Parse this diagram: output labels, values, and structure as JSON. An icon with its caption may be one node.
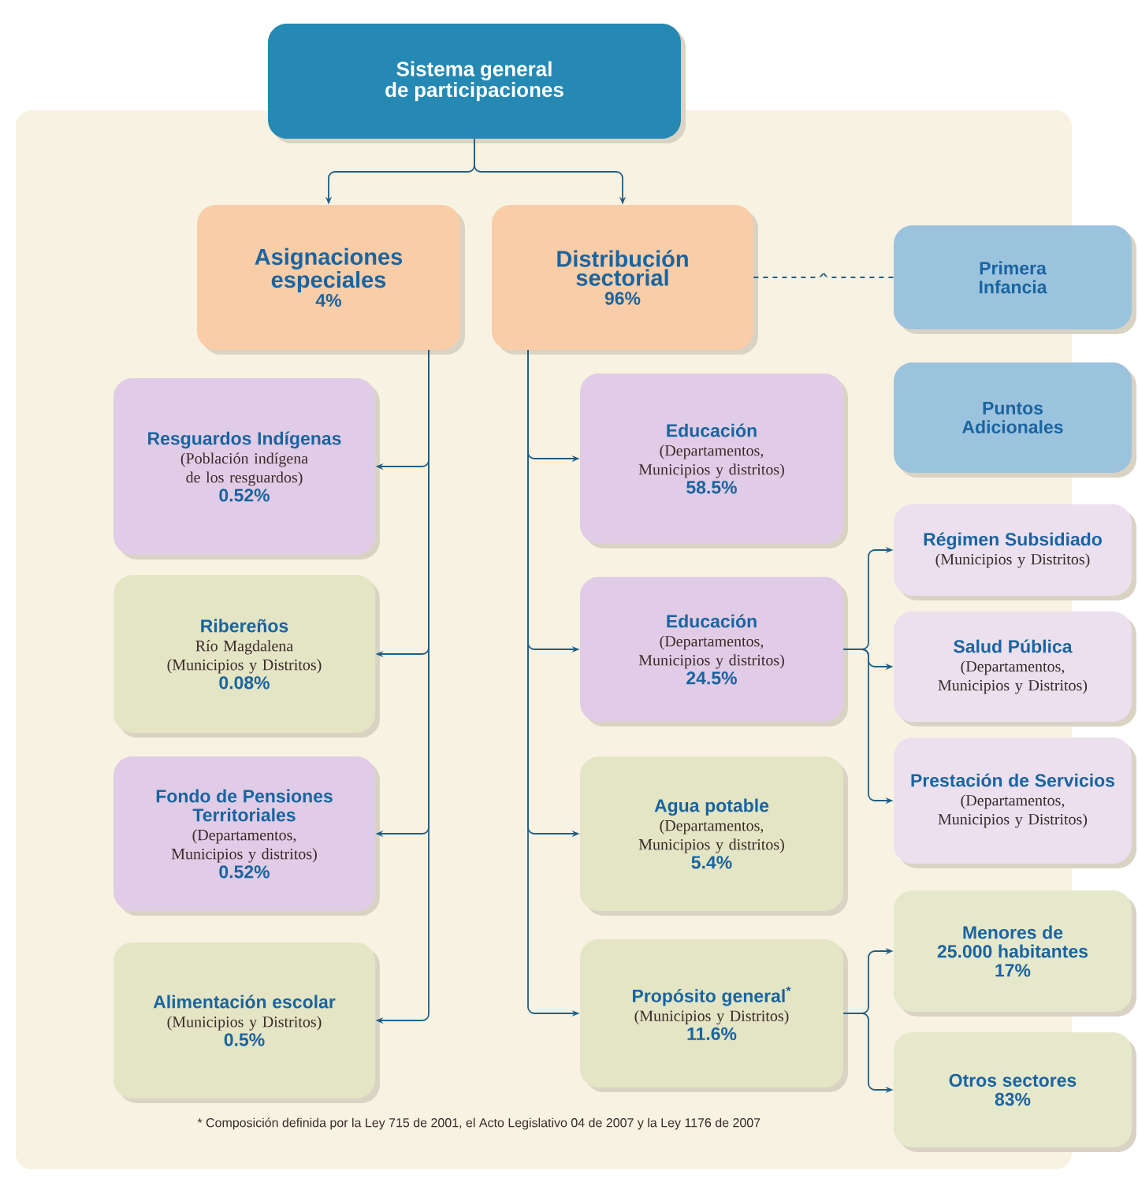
{
  "diagram": {
    "nodes": [
      {
        "text": [
          "Sistema general de participaciones"
        ]
      },
      {
        "text": [
          "Asignaciones especiales",
          "4%"
        ]
      },
      {
        "text": [
          "Distribución sectorial",
          "96%"
        ]
      },
      {
        "text": [
          "Primera Infancia"
        ]
      },
      {
        "text": [
          "Puntos Adicionales"
        ]
      },
      {
        "text": [
          "Resguardos Indígenas",
          "(Población indígena de los resguardos)",
          "0.52%"
        ]
      },
      {
        "text": [
          "Ribereños",
          "Río Magdalena",
          "(Municipios y Distritos)",
          "0.08%"
        ]
      },
      {
        "text": [
          "Fondo de Pensiones Territoriales",
          "(Departamentos, Municipios y distritos)",
          "0.52%"
        ]
      },
      {
        "text": [
          "Alimentación escolar",
          "(Municipios y Distritos)",
          "0.5%"
        ]
      },
      {
        "text": [
          "Educación",
          "(Departamentos, Municipios y distritos)",
          "58.5%"
        ]
      },
      {
        "text": [
          "Educación",
          "(Departamentos, Municipios y distritos)",
          "24.5%"
        ]
      },
      {
        "text": [
          "Agua potable",
          "(Departamentos, Municipios y distritos)",
          "5.4%"
        ]
      },
      {
        "text": [
          "Propósito general$^{*}$",
          "(Municipios y Distritos)",
          "11.6%"
        ]
      },
      {
        "text": [
          "Régimen Subsidiado",
          "(Municipios y Distritos)"
        ]
      },
      {
        "text": [
          "Salud Pública",
          "(Departamentos, Municipios y Distritos)"
        ]
      },
      {
        "text": [
          "Prestación de Servicios",
          "(Departamentos, Municipios y Distritos)"
        ]
      },
      {
        "text": [
          "Menores de 25.000 habitantes",
          "17%"
        ]
      },
      {
        "text": [
          "Otros sectores",
          "83%"
        ]
      }
    ],
    "edges": [
      {
        "from": 0,
        "to": 1,
        "arrow": "to"
      },
      {
        "from": 0,
        "to": 2,
        "arrow": "to"
      },
      {
        "from": 2,
        "to": 3,
        "arrow": "none",
        "style": "dashed"
      },
      {
        "from": 1,
        "to": 5,
        "arrow": "to"
      },
      {
        "from": 1,
        "to": 6,
        "arrow": "to"
      },
      {
        "from": 1,
        "to": 7,
        "arrow": "to"
      },
      {
        "from": 1,
        "to": 8,
        "arrow": "to"
      },
      {
        "from": 2,
        "to": 9,
        "arrow": "to"
      },
      {
        "from": 2,
        "to": 10,
        "arrow": "to"
      },
      {
        "from": 2,
        "to": 11,
        "arrow": "to"
      },
      {
        "from": 2,
        "to": 12,
        "arrow": "to"
      },
      {
        "from": 10,
        "to": 13,
        "arrow": "to"
      },
      {
        "from": 10,
        "to": 14,
        "arrow": "to"
      },
      {
        "from": 10,
        "to": 15,
        "arrow": "to"
      },
      {
        "from": 12,
        "to": 16,
        "arrow": "to"
      },
      {
        "from": 12,
        "to": 17,
        "arrow": "to"
      }
    ],
    "labels": [
      "* Composición definida por la Ley 715 de 2001, el Acto Legislativo 04 de 2007 y la Ley 1176 de 2007"
    ]
  }
}
